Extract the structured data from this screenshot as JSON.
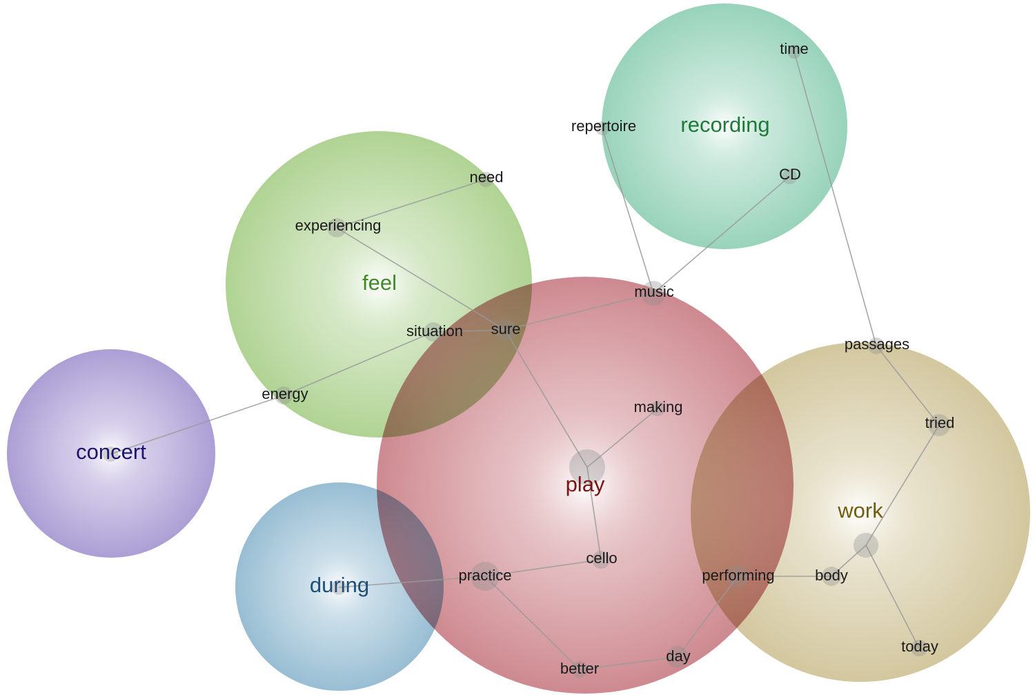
{
  "clusters": [
    {
      "id": "recording",
      "label": "recording",
      "fill": "#8fcfb4",
      "text_color": "#1f7a3a"
    },
    {
      "id": "feel",
      "label": "feel",
      "fill": "#a9cf8a",
      "text_color": "#3f8a26"
    },
    {
      "id": "concert",
      "label": "concert",
      "fill": "#a596d1",
      "text_color": "#1e1470"
    },
    {
      "id": "play",
      "label": "play",
      "fill": "#c97f86",
      "text_color": "#7a1414"
    },
    {
      "id": "during",
      "label": "during",
      "fill": "#8fb8cf",
      "text_color": "#1d4f78"
    },
    {
      "id": "work",
      "label": "work",
      "fill": "#cfc296",
      "text_color": "#6e5e10"
    }
  ],
  "nodes": [
    {
      "id": "time",
      "label": "time"
    },
    {
      "id": "repertoire",
      "label": "repertoire"
    },
    {
      "id": "CD",
      "label": "CD"
    },
    {
      "id": "need",
      "label": "need"
    },
    {
      "id": "experiencing",
      "label": "experiencing"
    },
    {
      "id": "music",
      "label": "music"
    },
    {
      "id": "situation",
      "label": "situation"
    },
    {
      "id": "sure",
      "label": "sure"
    },
    {
      "id": "passages",
      "label": "passages"
    },
    {
      "id": "energy",
      "label": "energy"
    },
    {
      "id": "making",
      "label": "making"
    },
    {
      "id": "tried",
      "label": "tried"
    },
    {
      "id": "concert_center",
      "label": ""
    },
    {
      "id": "play_center",
      "label": ""
    },
    {
      "id": "work_center",
      "label": ""
    },
    {
      "id": "cello",
      "label": "cello"
    },
    {
      "id": "practice",
      "label": "practice"
    },
    {
      "id": "performing",
      "label": "performing"
    },
    {
      "id": "body",
      "label": "body"
    },
    {
      "id": "during_center",
      "label": ""
    },
    {
      "id": "today",
      "label": "today"
    },
    {
      "id": "day",
      "label": "day"
    },
    {
      "id": "better",
      "label": "better"
    }
  ],
  "edges": [
    [
      "need",
      "experiencing"
    ],
    [
      "experiencing",
      "sure"
    ],
    [
      "sure",
      "music"
    ],
    [
      "sure",
      "play_center"
    ],
    [
      "sure",
      "situation"
    ],
    [
      "situation",
      "energy"
    ],
    [
      "energy",
      "concert_center"
    ],
    [
      "music",
      "repertoire"
    ],
    [
      "music",
      "CD"
    ],
    [
      "time",
      "passages"
    ],
    [
      "passages",
      "tried"
    ],
    [
      "tried",
      "work_center"
    ],
    [
      "work_center",
      "body"
    ],
    [
      "work_center",
      "today"
    ],
    [
      "play_center",
      "making"
    ],
    [
      "play_center",
      "cello"
    ],
    [
      "cello",
      "practice"
    ],
    [
      "practice",
      "during_center"
    ],
    [
      "practice",
      "better"
    ],
    [
      "better",
      "day"
    ],
    [
      "day",
      "performing"
    ],
    [
      "performing",
      "body"
    ]
  ]
}
